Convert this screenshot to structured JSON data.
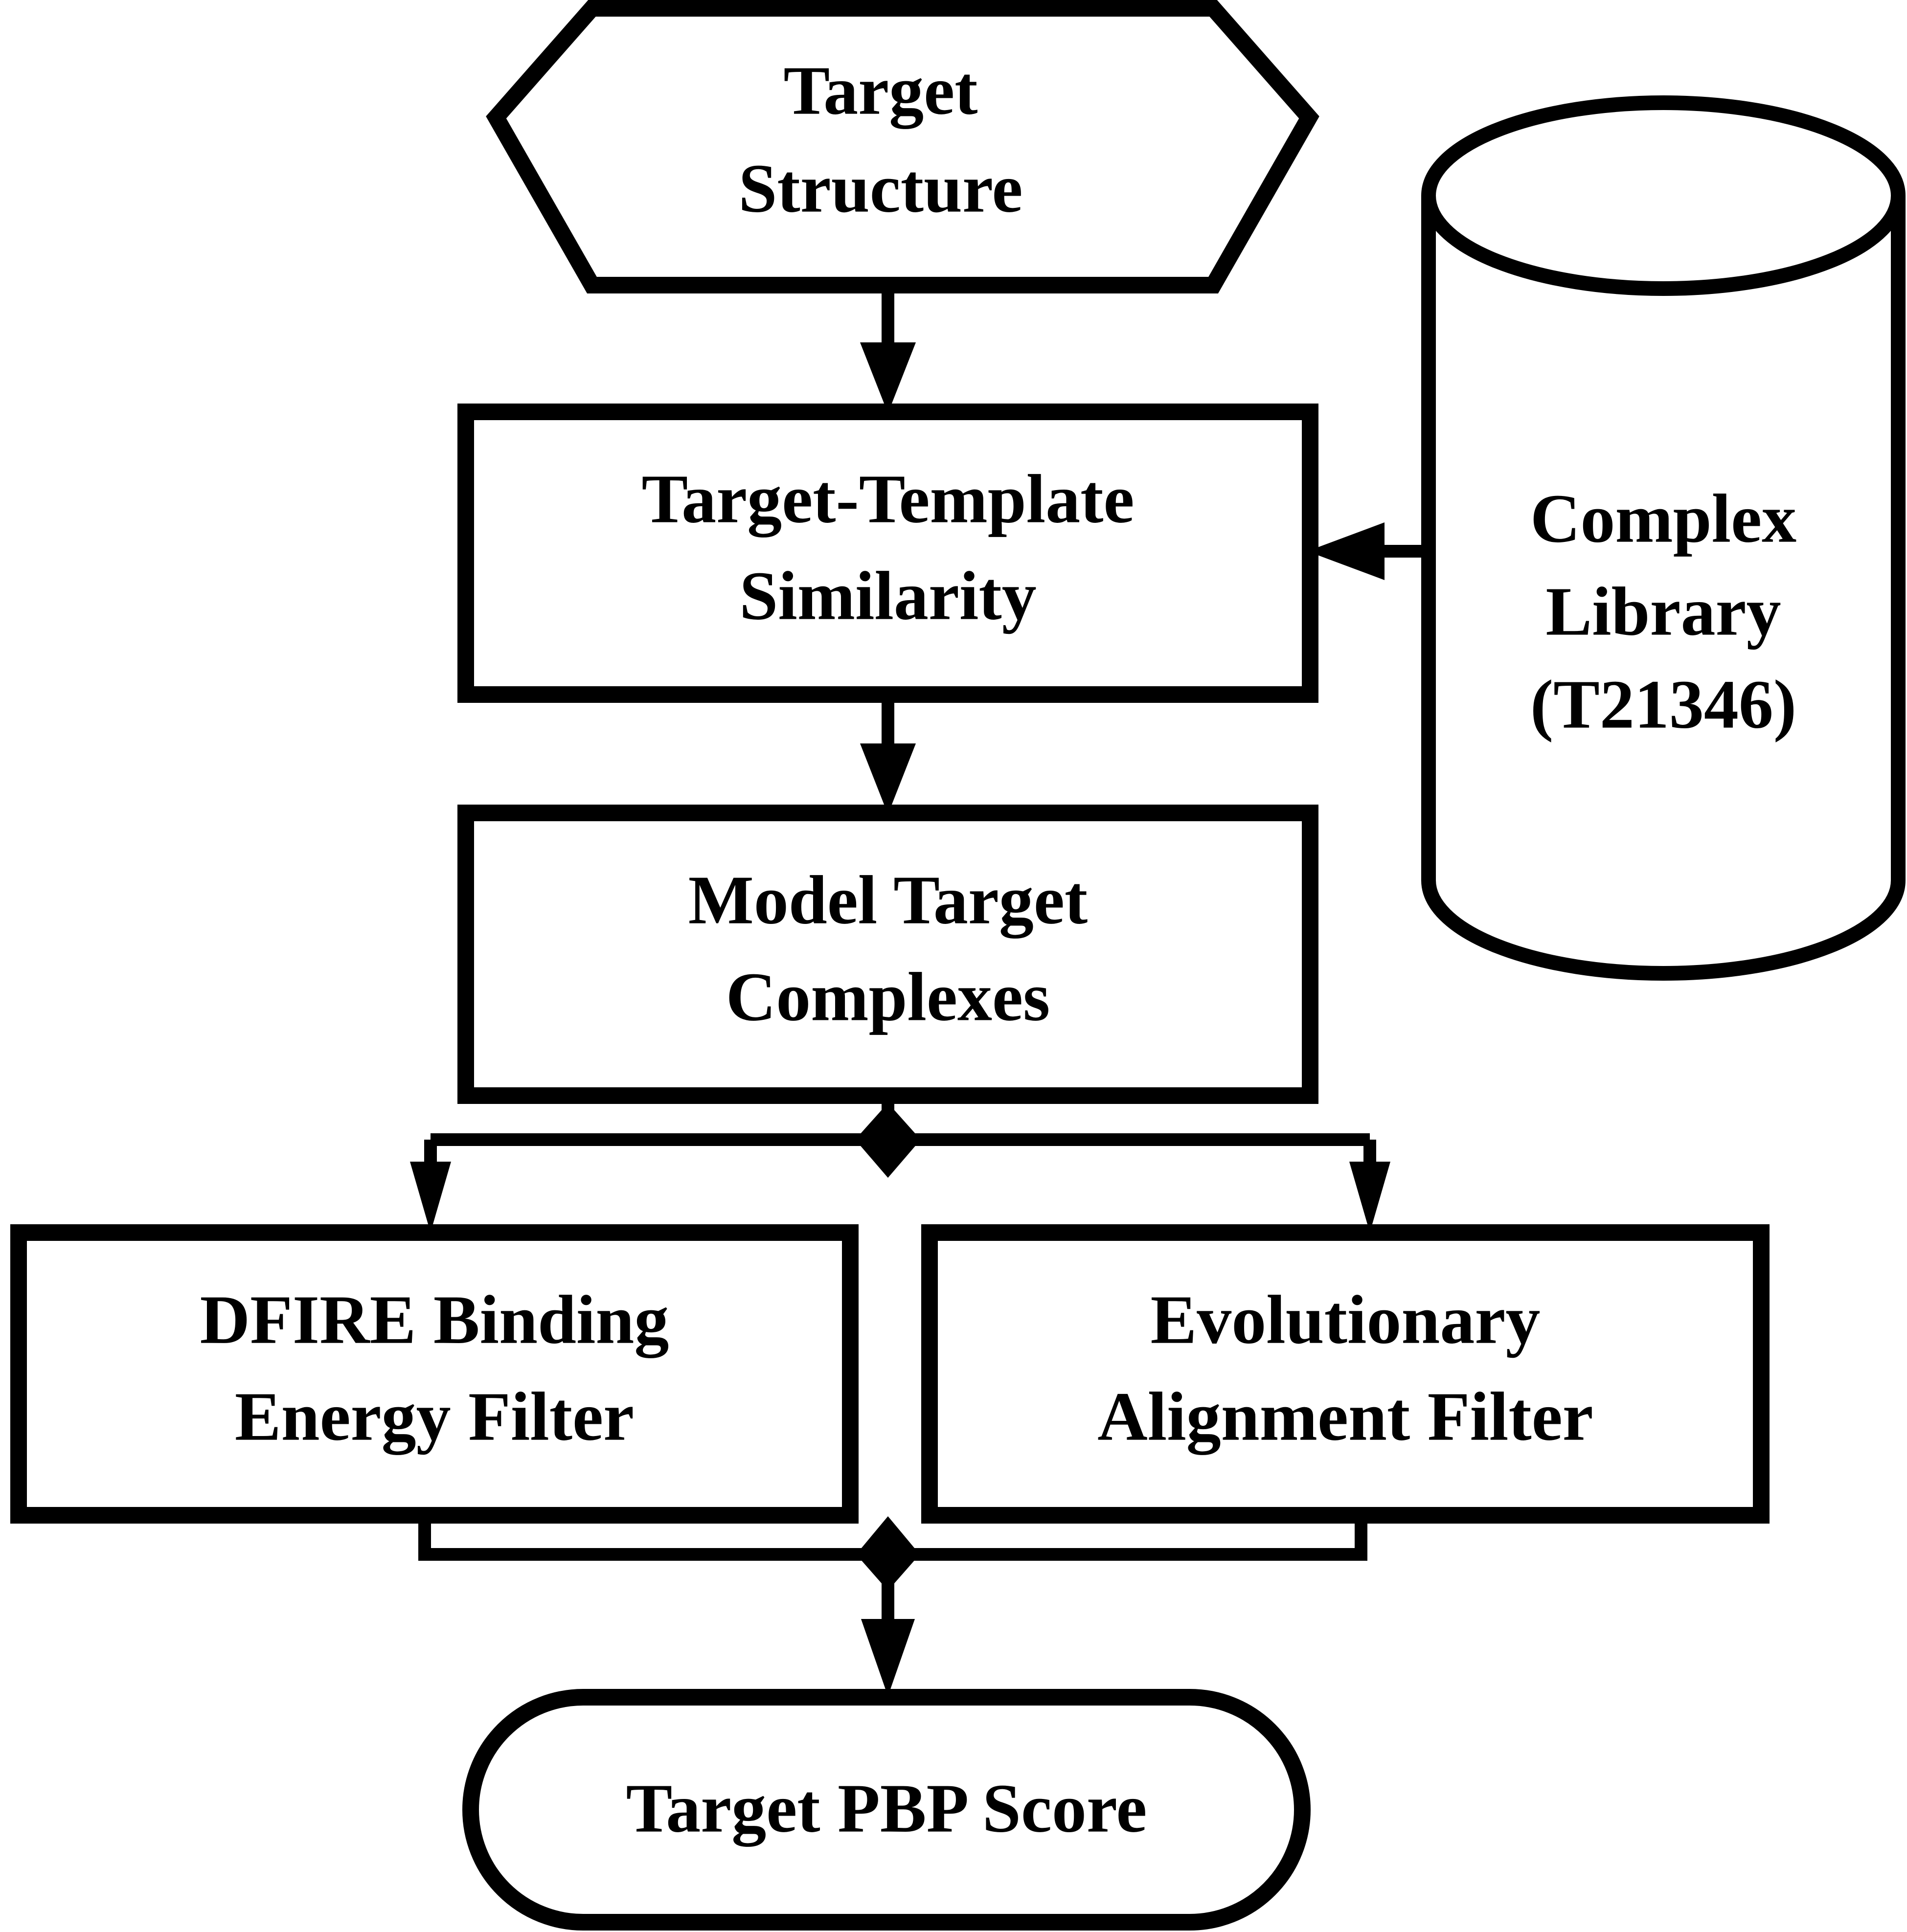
{
  "diagram": {
    "title": "Target PBP Score pipeline flowchart",
    "background_color": "#ffffff",
    "line_color": "#000000",
    "nodes": {
      "target_structure": {
        "label_line1": "Target",
        "label_line2": "Structure",
        "shape": "hexagon"
      },
      "complex_library": {
        "label_line1": "Complex",
        "label_line2": "Library",
        "label_line3": "(T21346)",
        "shape": "cylinder"
      },
      "target_template_similarity": {
        "label_line1": "Target-Template",
        "label_line2": "Similarity",
        "shape": "rectangle"
      },
      "model_target_complexes": {
        "label_line1": "Model Target",
        "label_line2": "Complexes",
        "shape": "rectangle"
      },
      "dfire_filter": {
        "label_line1": "DFIRE Binding",
        "label_line2": "Energy Filter",
        "shape": "rectangle"
      },
      "evolutionary_filter": {
        "label_line1": "Evolutionary",
        "label_line2": "Alignment Filter",
        "shape": "rectangle"
      },
      "target_pbp_score": {
        "label_line1": "Target PBP Score",
        "shape": "stadium"
      }
    },
    "edges": [
      {
        "id": "edge-structure-to-similarity",
        "from": "target_structure",
        "to": "target_template_similarity",
        "direction": "down",
        "arrow": true
      },
      {
        "id": "edge-library-to-similarity",
        "from": "complex_library",
        "to": "target_template_similarity",
        "direction": "left",
        "arrow": true
      },
      {
        "id": "edge-similarity-to-model",
        "from": "target_template_similarity",
        "to": "model_target_complexes",
        "direction": "down",
        "arrow": true
      },
      {
        "id": "edge-model-to-dfire",
        "from": "model_target_complexes",
        "to": "dfire_filter",
        "direction": "down-split-left",
        "arrow": true
      },
      {
        "id": "edge-model-to-evolutionary",
        "from": "model_target_complexes",
        "to": "evolutionary_filter",
        "direction": "down-split-right",
        "arrow": true
      },
      {
        "id": "edge-dfire-to-score",
        "from": "dfire_filter",
        "to": "target_pbp_score",
        "direction": "merge-down",
        "arrow": true
      },
      {
        "id": "edge-evolutionary-to-score",
        "from": "evolutionary_filter",
        "to": "target_pbp_score",
        "direction": "merge-down",
        "arrow": true
      }
    ]
  }
}
